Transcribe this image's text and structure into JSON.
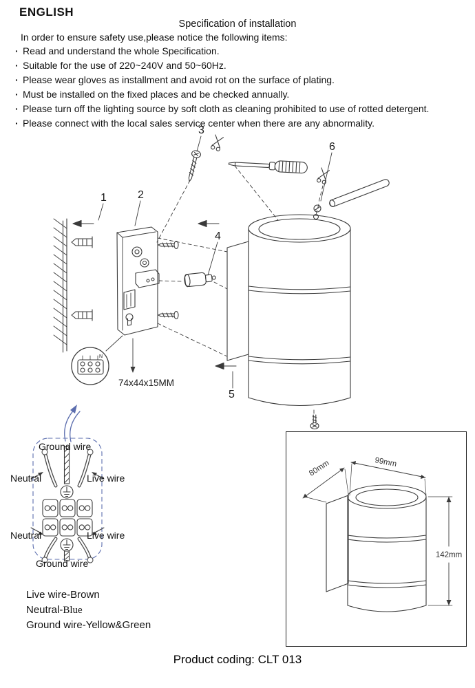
{
  "colors": {
    "line": "#3a3a3a",
    "wiring_accent": "#5b6dae",
    "text": "#111111"
  },
  "header": {
    "language": "ENGLISH"
  },
  "spec": {
    "title": "Specification of installation",
    "intro": "In order to ensure safety use,please notice the following items:",
    "items": [
      "Read and understand the whole Specification.",
      "Suitable for the use of 220~240V and 50~60Hz.",
      "Please wear gloves as installment and avoid rot on the surface of plating.",
      "Must be installed on the fixed places and be checked annually.",
      "Please turn off the lighting source by soft cloth as cleaning prohibited to use of rotted detergent.",
      "Please connect with the local sales service center when there are any abnormality."
    ]
  },
  "diagram": {
    "parts": [
      "1",
      "2",
      "3",
      "4",
      "5",
      "6"
    ],
    "bracket_size": "74x44x15MM",
    "terminal_mark": "N"
  },
  "wiring": {
    "ground_wire_top": "Ground wire",
    "neutral_top": "Neutral",
    "live_wire_top": "Live wire",
    "neutral_bottom": "Neutral",
    "live_wire_bottom": "Live wire",
    "ground_wire_bottom": "Ground wire"
  },
  "legend": {
    "live": "Live wire-Brown",
    "neutral_label": "Neutral-",
    "neutral_value": "Blue",
    "ground": "Ground wire-Yellow&Green"
  },
  "dimensions": {
    "back_width": "80mm",
    "front_width": "99mm",
    "height": "142mm"
  },
  "footer": {
    "product_coding": "Product coding: CLT 013"
  }
}
